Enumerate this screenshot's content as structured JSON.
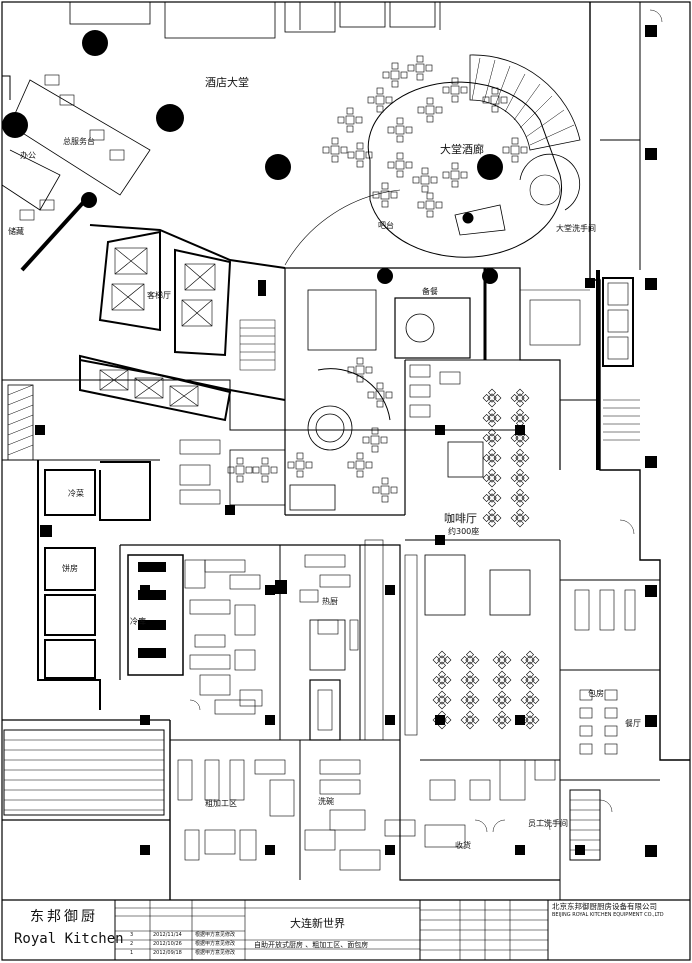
{
  "plan": {
    "labels": {
      "hotel_lobby": "酒店大堂",
      "lobby_bar": "大堂酒廊",
      "front_desk": "总服务台",
      "bar_counter": "吧台",
      "elevator_hall": "客梯厅",
      "lobby_wc": "大堂洗手间",
      "store": "储藏",
      "office": "办公",
      "pantry": "备餐",
      "cafe": "咖啡厅",
      "cafe_seats": "约300座",
      "cold_kitchen": "冷菜",
      "bakery": "饼房",
      "staff_wc": "员工洗手间",
      "private_room": "包房",
      "dining": "餐厅",
      "hot_kitchen": "热厨",
      "dish_wash": "洗碗",
      "prep_area": "粗加工区",
      "cold_store": "冷库",
      "receiving": "收货"
    }
  },
  "title_block": {
    "logo_cn": "东邦御厨",
    "logo_en": "Royal Kitchen",
    "project_name": "大连新世界",
    "drawing_title": "自助开放式厨房 、粗加工区、面包房",
    "company_cn": "北京东邦御厨厨房设备有限公司",
    "company_en": "BEIJING ROYAL KITCHEN EQUIPMENT CO.,LTD",
    "revisions": [
      {
        "no": "3",
        "date": "2012/11/14",
        "desc": "根据甲方意见修改"
      },
      {
        "no": "2",
        "date": "2012/10/26",
        "desc": "根据甲方意见修改"
      },
      {
        "no": "1",
        "date": "2012/09/18",
        "desc": "根据甲方意见修改"
      }
    ]
  }
}
